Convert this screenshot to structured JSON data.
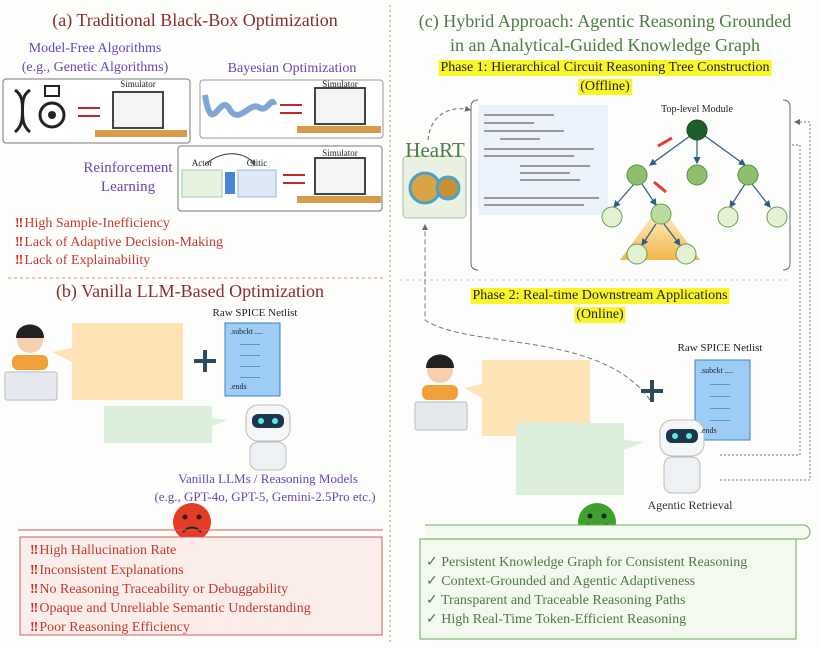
{
  "panel_a": {
    "title": "(a) Traditional Black-Box Optimization",
    "model_free_label": [
      "Model-Free Algorithms",
      "(e.g., Genetic Algorithms)"
    ],
    "bayesian_label": "Bayesian Optimization",
    "rl_label": [
      "Reinforcement",
      "Learning"
    ],
    "simulator_label": "Simulator",
    "actor_label": "Actor",
    "critic_label": "Critic",
    "issues": [
      "High Sample-Inefficiency",
      "Lack of Adaptive Decision-Making",
      "Lack of Explainability"
    ]
  },
  "panel_b": {
    "title": "(b) Vanilla LLM-Based Optimization",
    "netlist_label": "Raw SPICE Netlist",
    "netlist_lines": [
      ".subckt ....",
      "..........",
      "..........",
      "..........",
      "..........",
      ".ends"
    ],
    "model_label": [
      "Vanilla LLMs / Reasoning Models",
      "(e.g., GPT-4o, GPT-5, Gemini-2.5Pro etc.)"
    ],
    "issues": [
      "High Hallucination Rate",
      "Inconsistent Explanations",
      "No Reasoning Traceability or Debuggability",
      "Opaque and Unreliable Semantic Understanding",
      "Poor Reasoning Efficiency"
    ]
  },
  "panel_c": {
    "title": [
      "(c) Hybrid Approach: Agentic Reasoning Grounded",
      "in an Analytical-Guided Knowledge Graph"
    ],
    "phase1": [
      "Phase 1: Hierarchical Circuit Reasoning Tree Construction",
      "(Offline)"
    ],
    "heart_label": "HeaRT",
    "top_module_label": "Top-level Module",
    "phase2": [
      "Phase 2:  Real-time Downstream Applications",
      "(Online)"
    ],
    "netlist_label": "Raw SPICE Netlist",
    "netlist_lines": [
      ".subckt ....",
      "..........",
      "..........",
      "..........",
      "..........",
      ".ends"
    ],
    "agent_label": "Agentic Retrieval",
    "benefits": [
      "Persistent Knowledge Graph for Consistent Reasoning",
      "Context-Grounded and Agentic Adaptiveness",
      "Transparent and Traceable Reasoning Paths",
      "High Real-Time Token-Efficient Reasoning"
    ]
  },
  "colors": {
    "red": "#c33a2e",
    "green": "#4d7a45",
    "purple": "#6b45b8",
    "highlight": "#f8f528",
    "bubble_orange": "#fde3b5",
    "bubble_green": "#dcefdc"
  }
}
